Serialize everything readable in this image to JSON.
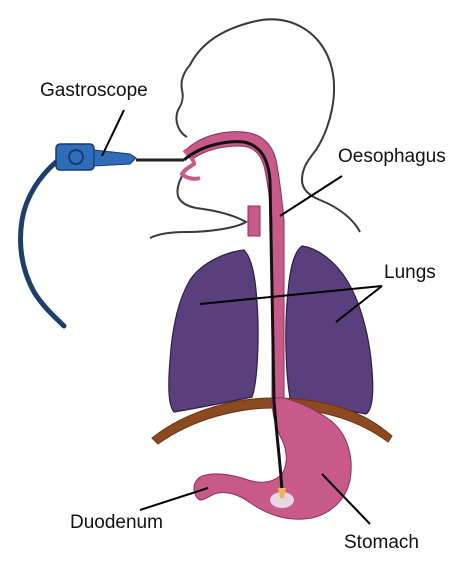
{
  "labels": {
    "gastroscope": "Gastroscope",
    "oesophagus": "Oesophagus",
    "lungs": "Lungs",
    "duodenum": "Duodenum",
    "stomach": "Stomach"
  },
  "colors": {
    "outline": "#3a3a3a",
    "tract": "#c85a8a",
    "tract_light": "#d98ab0",
    "lung": "#5a3f7e",
    "diaphragm": "#8b4a1f",
    "scope_cable": "#1f3f6a",
    "scope_head": "#2f6db8",
    "leader": "#000000",
    "tip": "#f2b25c"
  }
}
